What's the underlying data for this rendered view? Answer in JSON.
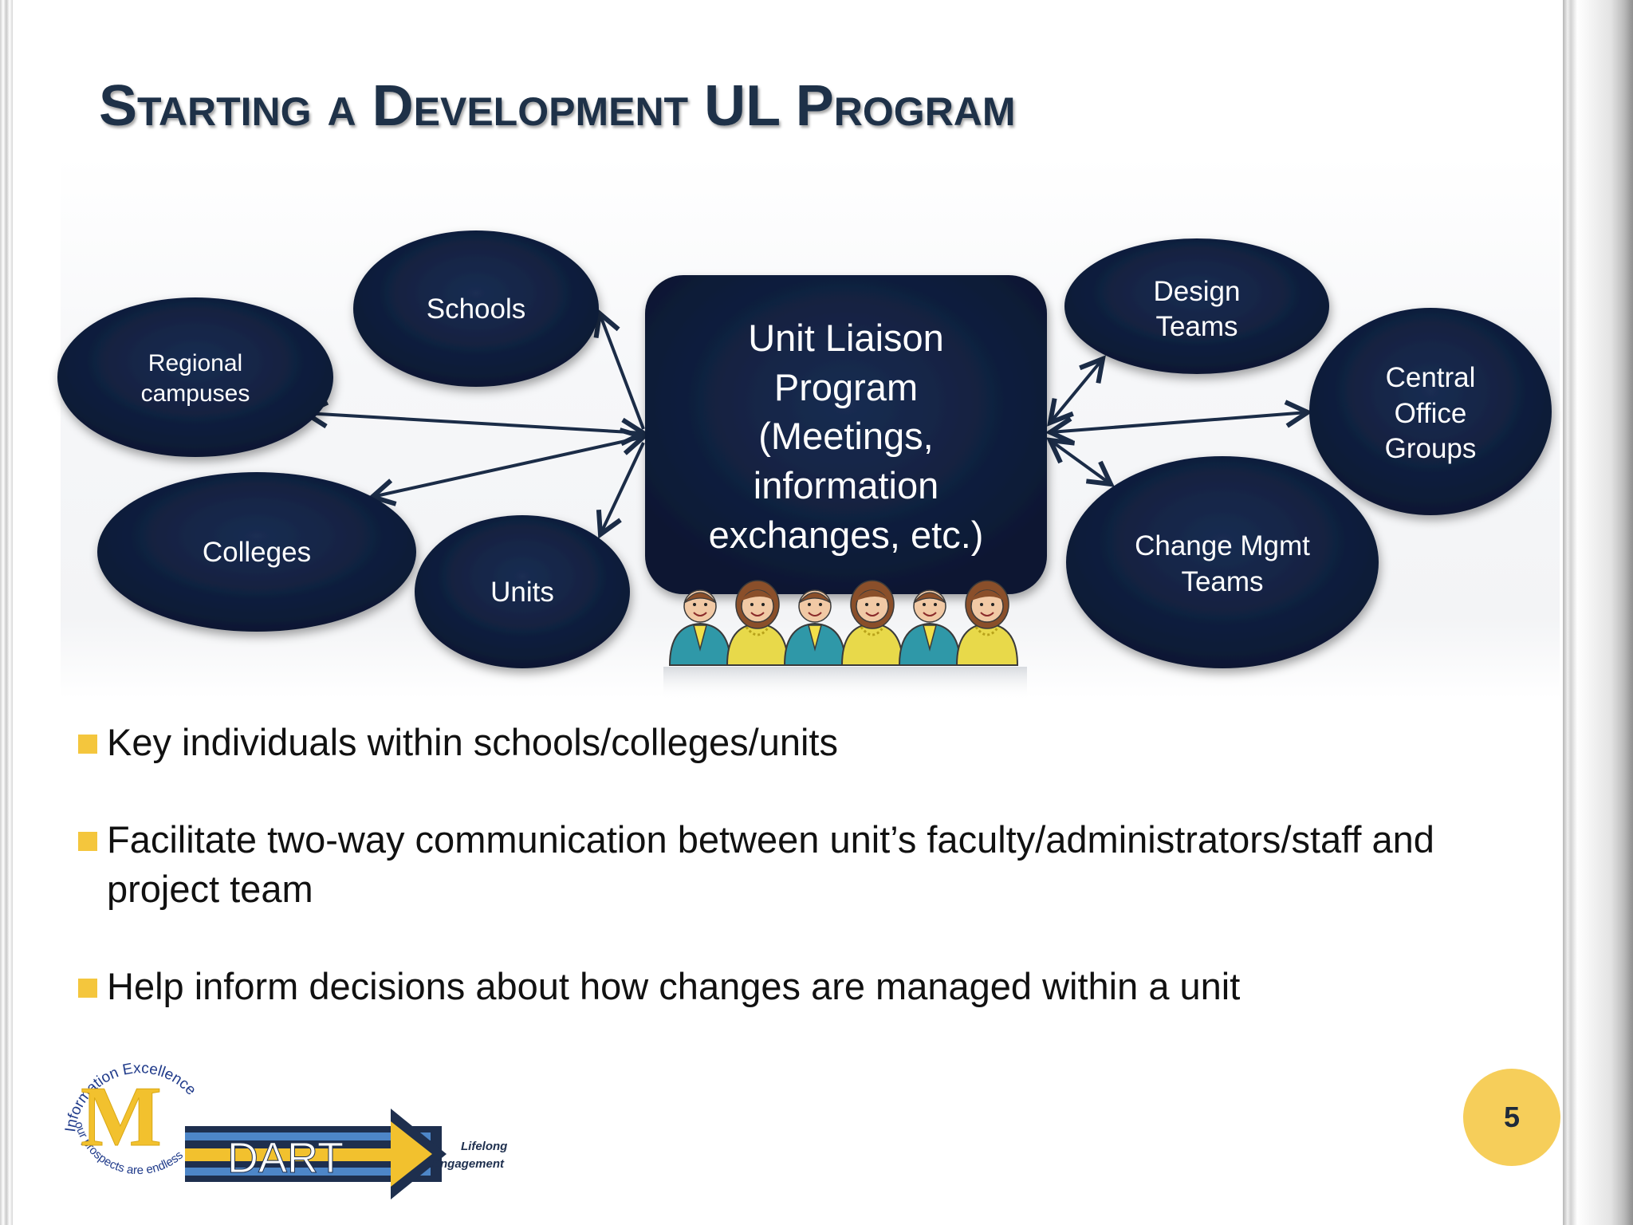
{
  "slide": {
    "title": "Starting a Development UL Program",
    "page_number": "5"
  },
  "diagram": {
    "center": [
      "Unit Liaison",
      "Program",
      "(Meetings,",
      "information",
      "exchanges, etc.)"
    ],
    "nodes": {
      "schools": [
        "Schools"
      ],
      "regional": [
        "Regional",
        "campuses"
      ],
      "colleges": [
        "Colleges"
      ],
      "units": [
        "Units"
      ],
      "design": [
        "Design",
        "Teams"
      ],
      "central": [
        "Central",
        "Office",
        "Groups"
      ],
      "change": [
        "Change Mgmt",
        "Teams"
      ]
    }
  },
  "bullets": [
    "Key individuals within schools/colleges/units",
    "Facilitate two-way communication between unit’s faculty/administrators/staff and project team",
    "Help inform decisions about how changes are managed within a unit"
  ],
  "logo": {
    "ring_text_top": "Information Excellence",
    "ring_text_bottom": "our prospects are endless",
    "letter": "M",
    "dart": "DART",
    "tagline": [
      "Lifelong",
      "Engagement"
    ]
  },
  "colors": {
    "node_fill": "#0d1c37",
    "title": "#1e3148",
    "accent_yellow": "#f4c63d",
    "badge": "#f6ce5a"
  }
}
